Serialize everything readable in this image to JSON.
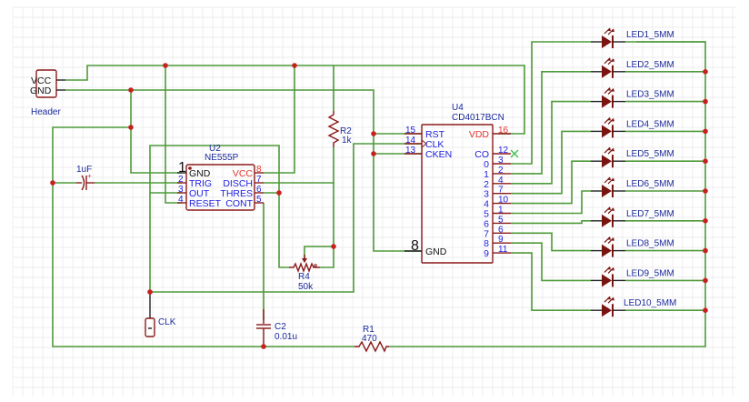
{
  "diagram": {
    "title": "NE555 + CD4017 LED chaser schematic",
    "colors": {
      "wire": "#4f9a3a",
      "junction": "#c8201e",
      "component": "#8b1a1a",
      "label": "#1c2a9c",
      "pin_name": "#1d1de0",
      "power_pin": "#e4342e",
      "grid": "#ececec"
    },
    "header": {
      "ref": "Header",
      "pins": [
        "VCC",
        "GND"
      ]
    },
    "u2": {
      "ref": "U2",
      "value": "NE555P",
      "left_pins": [
        {
          "num": "1",
          "name": "GND"
        },
        {
          "num": "2",
          "name": "TRIG"
        },
        {
          "num": "3",
          "name": "OUT"
        },
        {
          "num": "4",
          "name": "RESET"
        }
      ],
      "right_pins": [
        {
          "num": "8",
          "name": "VCC"
        },
        {
          "num": "7",
          "name": "DISCH"
        },
        {
          "num": "6",
          "name": "THRES"
        },
        {
          "num": "5",
          "name": "CONT"
        }
      ]
    },
    "u4": {
      "ref": "U4",
      "value": "CD4017BCN",
      "left_pins": [
        {
          "num": "15",
          "name": "RST"
        },
        {
          "num": "14",
          "name": "CLK"
        },
        {
          "num": "13",
          "name": "CKEN"
        },
        {
          "num": "8",
          "name": "GND"
        }
      ],
      "vdd": {
        "num": "16",
        "name": "VDD"
      },
      "co": {
        "num": "12",
        "name": "CO"
      },
      "outputs": [
        {
          "num": "3",
          "name": "0"
        },
        {
          "num": "2",
          "name": "1"
        },
        {
          "num": "4",
          "name": "2"
        },
        {
          "num": "7",
          "name": "3"
        },
        {
          "num": "10",
          "name": "4"
        },
        {
          "num": "1",
          "name": "5"
        },
        {
          "num": "5",
          "name": "6"
        },
        {
          "num": "6",
          "name": "7"
        },
        {
          "num": "9",
          "name": "8"
        },
        {
          "num": "11",
          "name": "9"
        }
      ]
    },
    "c1": {
      "value": "1uF"
    },
    "c2": {
      "ref": "C2",
      "value": "0.01u"
    },
    "r1": {
      "ref": "R1",
      "value": "470"
    },
    "r2": {
      "ref": "R2",
      "value": "1k"
    },
    "r4": {
      "ref": "R4",
      "value": "50k"
    },
    "clk_probe": {
      "label": "CLK"
    },
    "leds": [
      "LED1_5MM",
      "LED2_5MM",
      "LED3_5MM",
      "LED4_5MM",
      "LED5_5MM",
      "LED6_5MM",
      "LED7_5MM",
      "LED8_5MM",
      "LED9_5MM",
      "LED10_5MM"
    ]
  }
}
